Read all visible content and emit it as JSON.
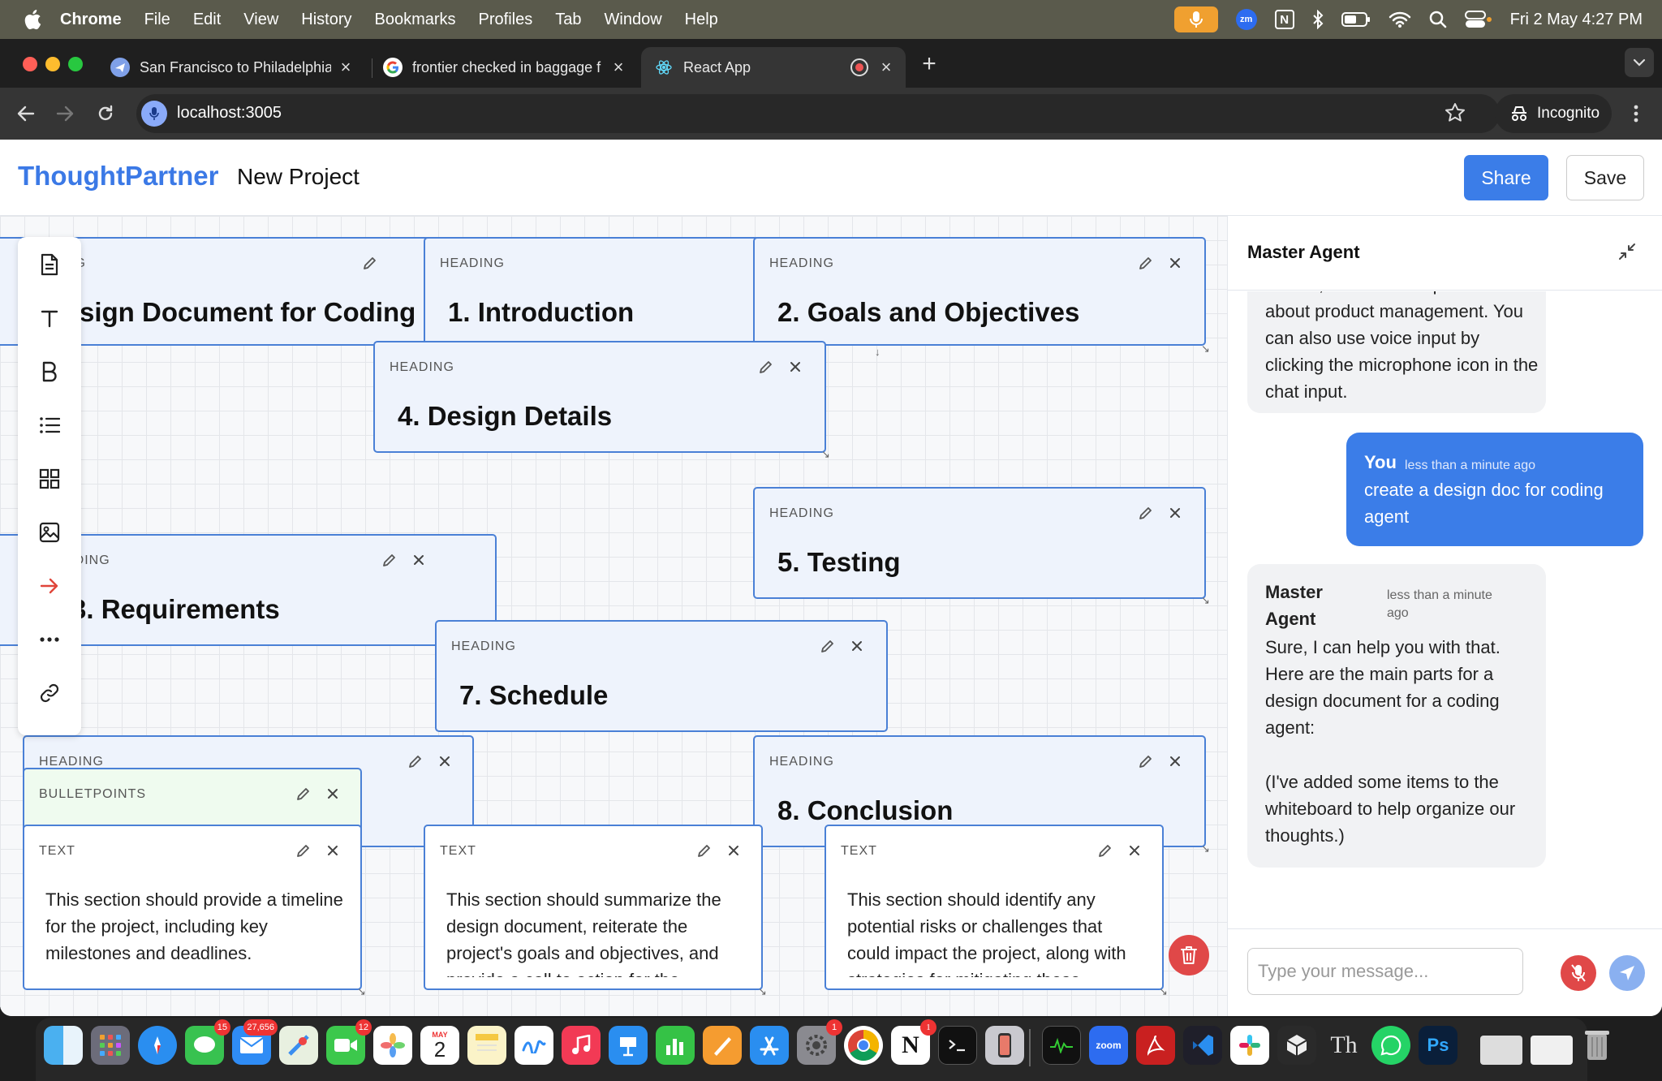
{
  "menubar": {
    "app_name": "Chrome",
    "items": [
      "File",
      "Edit",
      "View",
      "History",
      "Bookmarks",
      "Profiles",
      "Tab",
      "Window",
      "Help"
    ],
    "clock": "Fri 2 May  4:27 PM",
    "zoom_label": "zm",
    "notion_label": "N"
  },
  "tabs": [
    {
      "title": "San Francisco to Philadelphia"
    },
    {
      "title": "frontier checked in baggage f"
    },
    {
      "title": "React App"
    }
  ],
  "toolbar": {
    "url": "localhost:3005",
    "incognito_label": "Incognito"
  },
  "header": {
    "brand": "ThoughtPartner",
    "project": "New Project",
    "share_label": "Share",
    "save_label": "Save"
  },
  "cards": [
    {
      "kind": "NG",
      "heading": "sign Document for Coding"
    },
    {
      "kind": "HEADING",
      "heading": "1. Introduction"
    },
    {
      "kind": "HEADING",
      "heading": "2. Goals and Objectives"
    },
    {
      "kind": "HEADING",
      "heading": "4. Design Details"
    },
    {
      "kind": "HEADING",
      "heading": "5. Testing"
    },
    {
      "kind": "ADING",
      "heading": "3. Requirements"
    },
    {
      "kind": "HEADING",
      "heading": "7. Schedule"
    },
    {
      "kind": "HEADING",
      "heading": ""
    },
    {
      "kind": "HEADING",
      "heading": "8. Conclusion"
    },
    {
      "kind": "BULLETPOINTS",
      "heading": ""
    },
    {
      "kind": "TEXT",
      "body": "This section should provide a timeline for the project, including key milestones and deadlines."
    },
    {
      "kind": "TEXT",
      "body": "This section should summarize the design document, reiterate the project's goals and objectives, and provide a call to action for the"
    },
    {
      "kind": "TEXT",
      "body": "This section should identify any potential risks or challenges that could impact the project, along with strategies for mitigating these"
    }
  ],
  "chat": {
    "title": "Master Agent",
    "messages": [
      {
        "role": "agent",
        "text": "the left, or ask me a question about product management. You can also use voice input by clicking the microphone icon in the chat input."
      },
      {
        "role": "user",
        "sender": "You",
        "time": "less than a minute ago",
        "text": "create a design doc for coding agent"
      },
      {
        "role": "agent",
        "sender": "Master Agent",
        "time": "less than a minute ago",
        "text": "Sure, I can help you with that. Here are the main parts for a design document for a coding agent:",
        "note": "(I've added some items to the whiteboard to help organize our thoughts.)"
      }
    ],
    "input_placeholder": "Type your message..."
  },
  "dock": {
    "calendar_month": "MAY",
    "calendar_day": "2",
    "zoom_label": "zoom",
    "ps_label": "Ps",
    "th_label": "Th",
    "badges": {
      "messages": "15",
      "mail": "27,656",
      "facetime": "12",
      "settings": "1",
      "notion": "1"
    }
  },
  "colors": {
    "accent": "#3b7de8",
    "brand": "#3b79e6",
    "card_border": "#4a80d6",
    "card_fill": "#eef3fc",
    "danger": "#e04848"
  }
}
